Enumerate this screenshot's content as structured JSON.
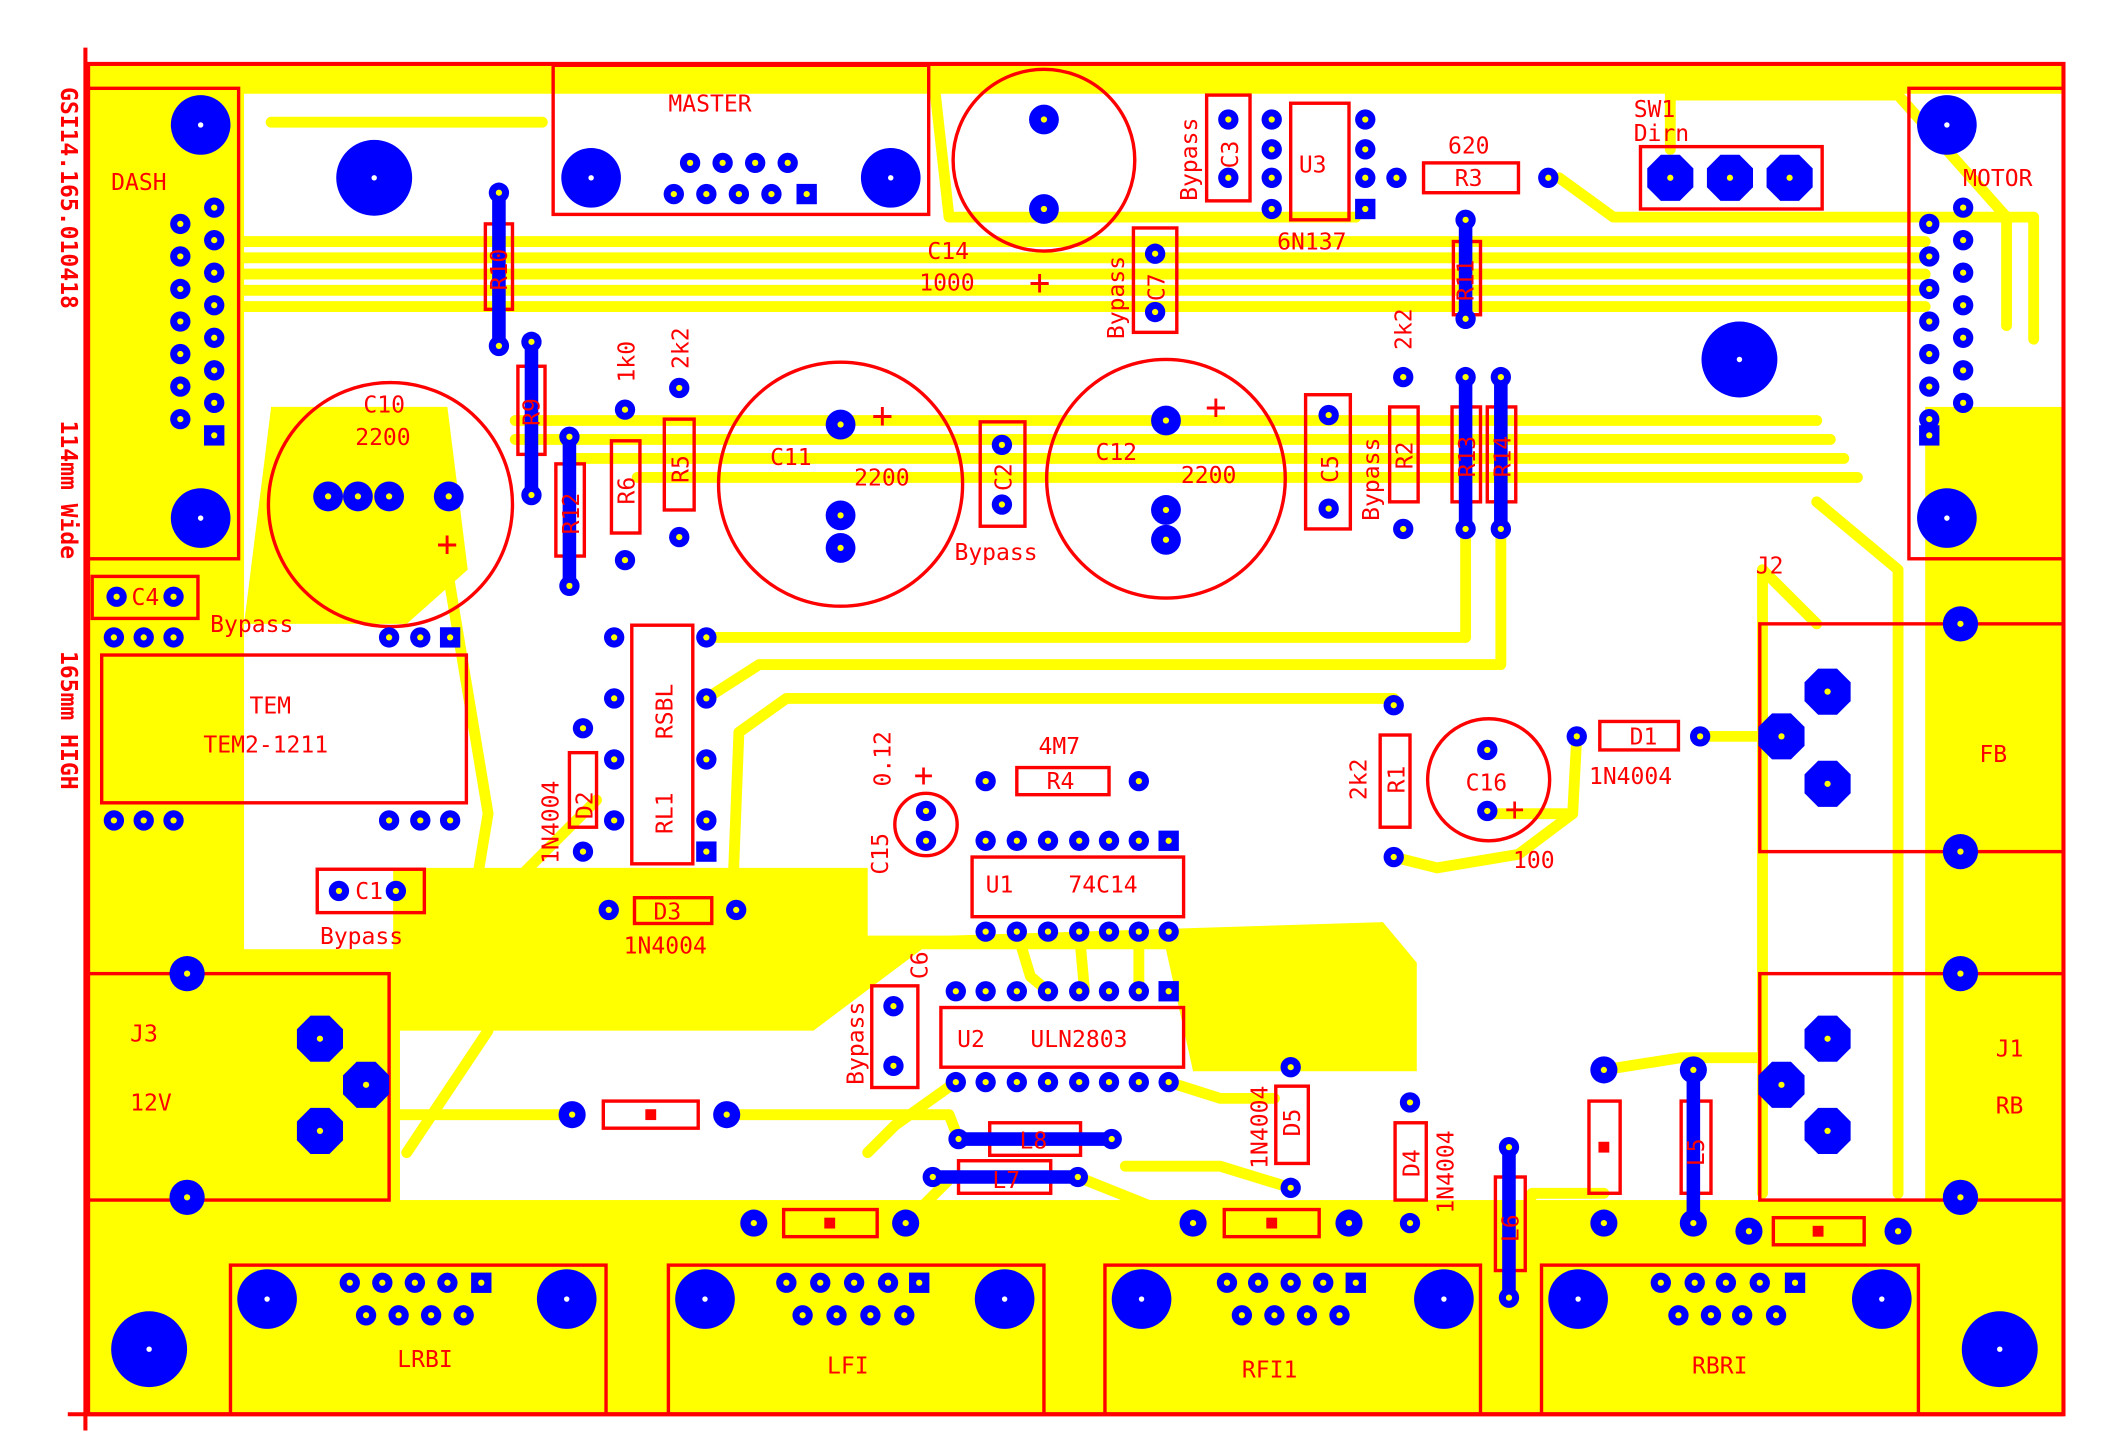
{
  "colors": {
    "copper": "#ffff00",
    "silkscreen": "#ff0000",
    "pad": "#0000ff",
    "background": "#ffffff"
  },
  "board": {
    "id_text": "GSI14.165.010418",
    "width_text": "114mm Wide",
    "height_text": "165mm HIGH"
  },
  "connectors": {
    "dash": "DASH",
    "master": "MASTER",
    "motor": "MOTOR",
    "sw1": "SW1",
    "sw1_name": "Dirn",
    "j1": "J1",
    "j1_name": "RB",
    "j2": "J2",
    "j2_name": "FB",
    "j3": "J3",
    "j3_name": "12V",
    "lrbi": "LRBI",
    "lfi": "LFI",
    "rfi1": "RFI1",
    "rbri": "RBRI"
  },
  "ics": {
    "u1": "U1",
    "u1_part": "74C14",
    "u2": "U2",
    "u2_part": "ULN2803",
    "u3": "U3",
    "u3_part": "6N137",
    "tem": "TEM",
    "tem_part": "TEM2-1211",
    "rl1": "RL1",
    "rl1_part": "RSBL"
  },
  "capacitors": {
    "c1": "C1",
    "c2": "C2",
    "c3": "C3",
    "c4": "C4",
    "c5": "C5",
    "c6": "C6",
    "c7": "C7",
    "c10": "C10",
    "c10_value": "2200",
    "c11": "C11",
    "c11_value": "2200",
    "c12": "C12",
    "c12_value": "2200",
    "c14": "C14",
    "c14_value": "1000",
    "c15": "C15",
    "c15_value": "0.12",
    "c16": "C16",
    "c16_value": "100",
    "bypass": "Bypass",
    "plus": "+"
  },
  "resistors": {
    "r1": "R1",
    "r1_value": "2k2",
    "r2": "R2",
    "r2_value": "2k2",
    "r3": "R3",
    "r3_value": "620",
    "r4": "R4",
    "r4_value": "4M7",
    "r5": "R5",
    "r5_value": "2k2",
    "r6": "R6",
    "r6_value": "1k0",
    "r9": "R9",
    "r10": "R10",
    "r11": "R11",
    "r12": "R12",
    "r13": "R13",
    "r14": "R14"
  },
  "diodes": {
    "d1": "D1",
    "d2": "D2",
    "d3": "D3",
    "d4": "D4",
    "d5": "D5",
    "part": "1N4004"
  },
  "inductors": {
    "l5": "L5",
    "l6": "L6",
    "l7": "L7",
    "l8": "L8"
  }
}
